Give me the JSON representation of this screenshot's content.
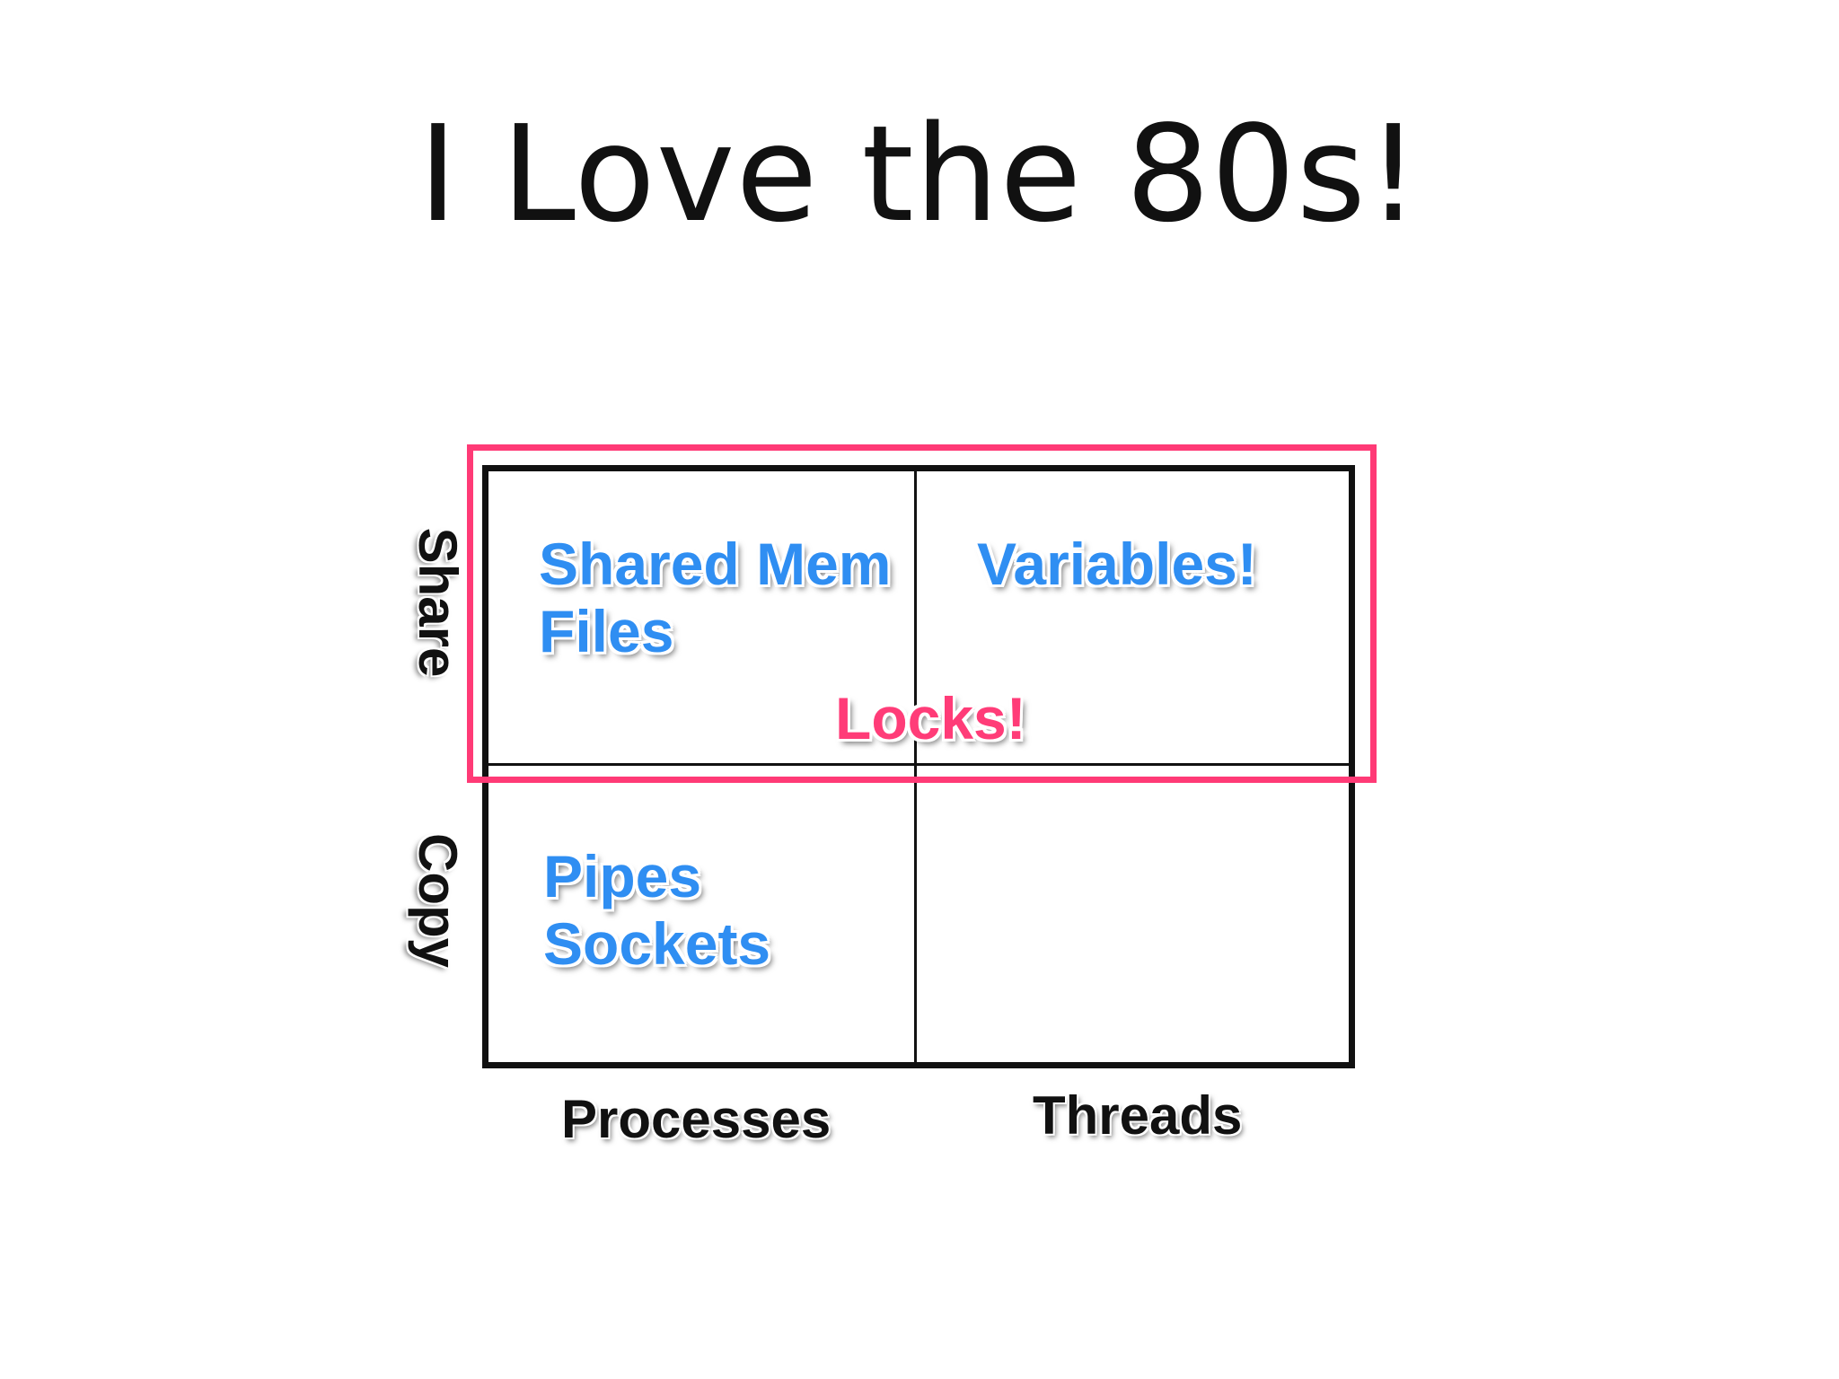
{
  "title": "I Love the 80s!",
  "columns": [
    "Processes",
    "Threads"
  ],
  "rows": [
    "Share",
    "Copy"
  ],
  "cells": {
    "share_processes": [
      "Shared Mem",
      "Files"
    ],
    "share_threads": [
      "Variables!"
    ],
    "copy_processes": [
      "Pipes",
      "Sockets"
    ],
    "copy_threads": []
  },
  "highlight_label": "Locks!",
  "colors": {
    "highlight": "#ff3a76",
    "cell_text": "#2f8ef2",
    "grid": "#111111"
  }
}
